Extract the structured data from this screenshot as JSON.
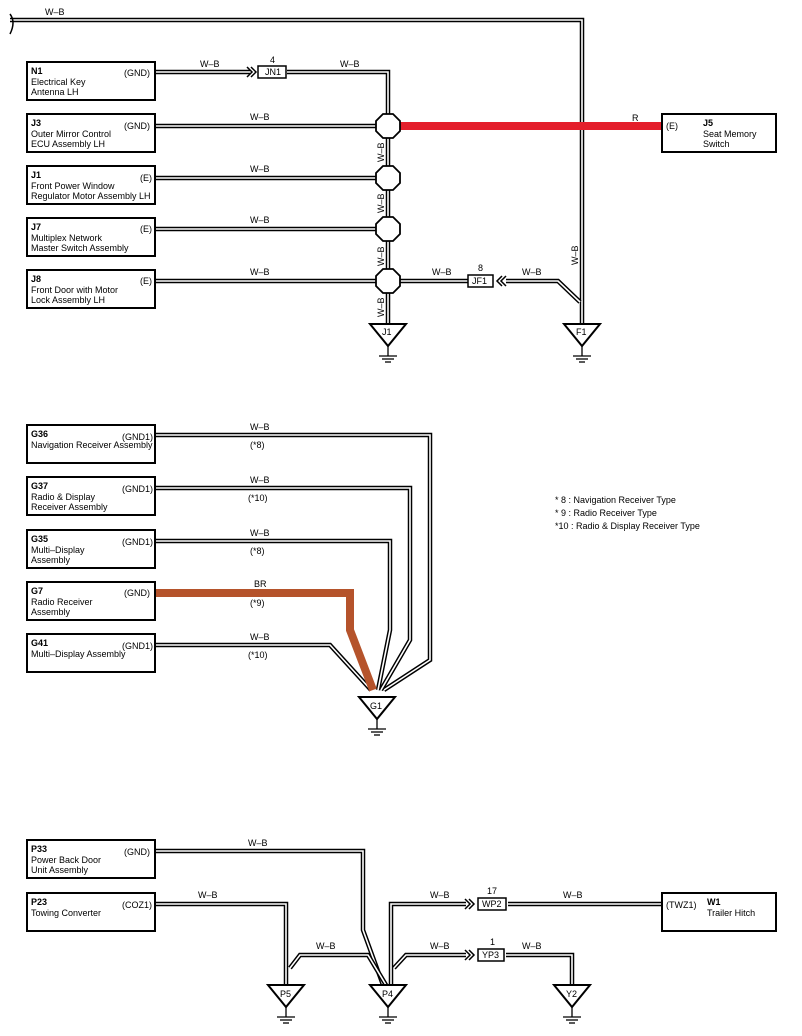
{
  "wire_color_wb": "W–B",
  "wire_color_r": "R",
  "wire_color_br": "BR",
  "colors": {
    "red_wire": "#e41e2b",
    "brown_wire": "#b5532b",
    "wire": "#000000"
  },
  "components": {
    "N1": {
      "code": "N1",
      "name": [
        "Electrical Key",
        "Antenna LH"
      ],
      "pin": "(GND)"
    },
    "J3": {
      "code": "J3",
      "name": [
        "Outer Mirror Control",
        "ECU Assembly LH"
      ],
      "pin": "(GND)"
    },
    "J1": {
      "code": "J1",
      "name": [
        "Front Power Window",
        "Regulator Motor Assembly LH"
      ],
      "pin": "(E)"
    },
    "J7": {
      "code": "J7",
      "name": [
        "Multiplex Network",
        "Master Switch Assembly"
      ],
      "pin": "(E)"
    },
    "J8": {
      "code": "J8",
      "name": [
        "Front Door with Motor",
        "Lock Assembly LH"
      ],
      "pin": "(E)"
    },
    "J5": {
      "code": "J5",
      "name": [
        "Seat Memory",
        "Switch"
      ],
      "pin": "(E)"
    },
    "G36": {
      "code": "G36",
      "name": [
        "Navigation Receiver Assembly"
      ],
      "pin": "(GND1)"
    },
    "G37": {
      "code": "G37",
      "name": [
        "Radio & Display",
        "Receiver Assembly"
      ],
      "pin": "(GND1)"
    },
    "G35": {
      "code": "G35",
      "name": [
        "Multi–Display",
        "Assembly"
      ],
      "pin": "(GND1)"
    },
    "G7": {
      "code": "G7",
      "name": [
        "Radio Receiver",
        "Assembly"
      ],
      "pin": "(GND)"
    },
    "G41": {
      "code": "G41",
      "name": [
        "Multi–Display Assembly"
      ],
      "pin": "(GND1)"
    },
    "P33": {
      "code": "P33",
      "name": [
        "Power Back Door",
        "Unit Assembly"
      ],
      "pin": "(GND)"
    },
    "P23": {
      "code": "P23",
      "name": [
        "Towing Converter"
      ],
      "pin": "(COZ1)"
    },
    "W1": {
      "code": "W1",
      "name": [
        "Trailer Hitch"
      ],
      "pin": "(TWZ1)"
    }
  },
  "connectors": {
    "JN1": {
      "label": "JN1",
      "pin": "4"
    },
    "JF1": {
      "label": "JF1",
      "pin": "8"
    },
    "WP2": {
      "label": "WP2",
      "pin": "17"
    },
    "YP3": {
      "label": "YP3",
      "pin": "1"
    }
  },
  "grounds": {
    "J1": "J1",
    "F1": "F1",
    "G1": "G1",
    "P5": "P5",
    "P4": "P4",
    "Y2": "Y2"
  },
  "notes": {
    "n8": "(*8)",
    "n9": "(*9)",
    "n10": "(*10)"
  },
  "legend": [
    "* 8 : Navigation Receiver Type",
    "* 9 : Radio Receiver Type",
    "*10 : Radio & Display Receiver Type"
  ]
}
